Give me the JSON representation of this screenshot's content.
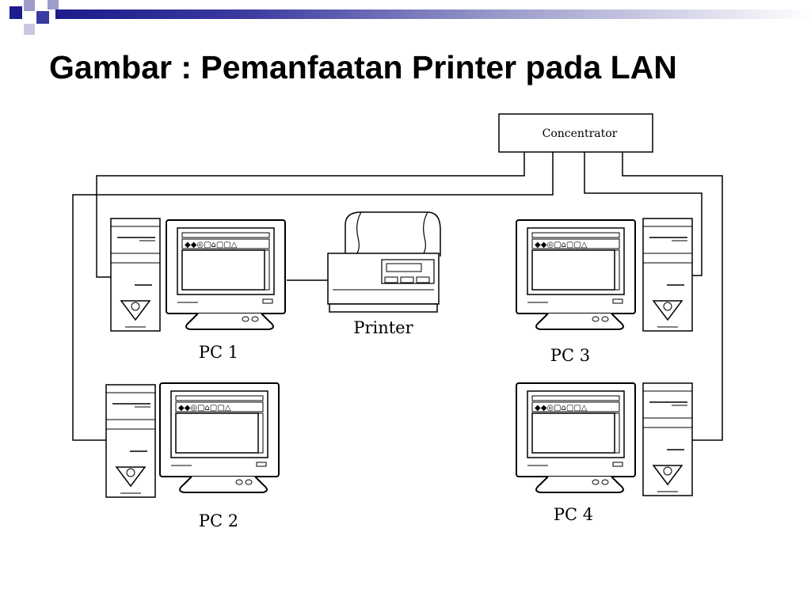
{
  "slide": {
    "title": "Gambar : Pemanfaatan Printer pada LAN",
    "accent_colors": [
      "#1c1c8a",
      "#3a3aa0",
      "#9d9dcc"
    ]
  },
  "diagram": {
    "concentrator_label": "Concentrator",
    "printer_label": "Printer",
    "pcs": [
      {
        "label": "PC 1"
      },
      {
        "label": "PC 2"
      },
      {
        "label": "PC 3"
      },
      {
        "label": "PC 4"
      }
    ]
  }
}
